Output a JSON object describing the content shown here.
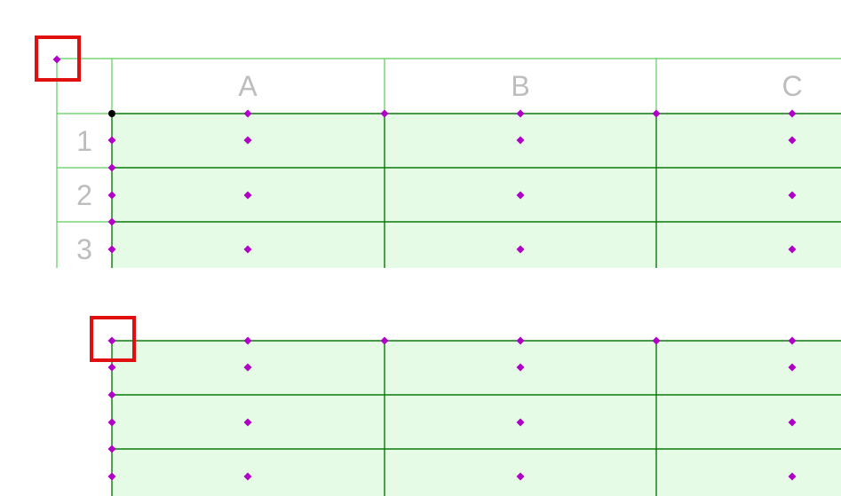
{
  "top_grid": {
    "column_headers": [
      "A",
      "B",
      "C"
    ],
    "row_headers": [
      "1",
      "2",
      "3"
    ]
  },
  "bottom_grid": {
    "rows": 3,
    "columns": 3
  },
  "colors": {
    "grid_line_light": "#5ccc5c",
    "grid_line_dark": "#0a7a0a",
    "cell_fill": "#e6fbe6",
    "header_fill": "#ffffff",
    "header_text": "#bdbdbd",
    "anchor_point": "#b000c8",
    "origin_point": "#000000",
    "highlight_box": "#e01010"
  },
  "icons": {
    "anchor": "diamond-point",
    "origin": "filled-circle",
    "highlight": "red-square-outline"
  }
}
